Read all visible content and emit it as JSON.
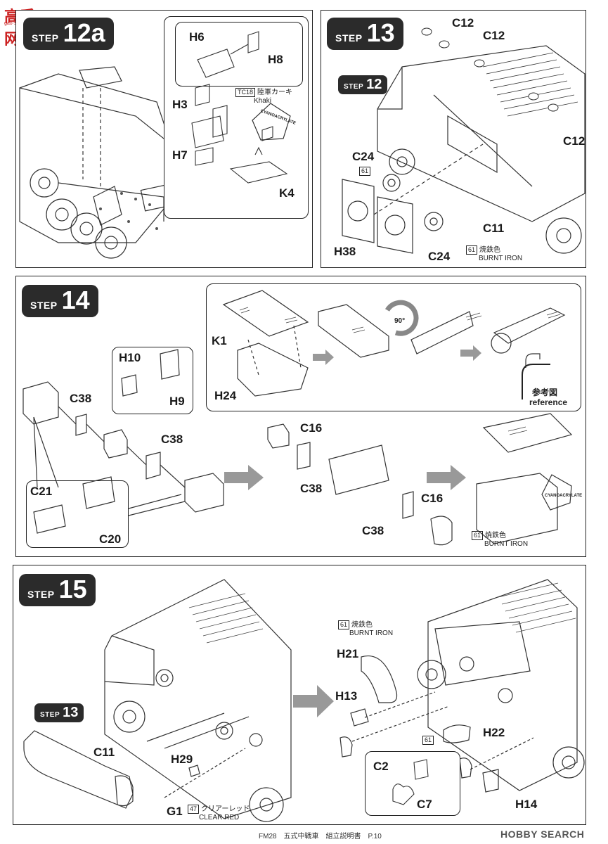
{
  "header": {
    "logo_text": "高手网",
    "logo_url": "gao-shou.com"
  },
  "step12a": {
    "badge_word": "STEP",
    "badge_num": "12a",
    "parts": [
      "H6",
      "H8",
      "H3",
      "H7",
      "K4"
    ],
    "paint_code": "TC18",
    "paint_jp": "陸軍カーキ",
    "paint_en": "Khaki",
    "glue": "CYANOACRYLATE"
  },
  "step13": {
    "badge_word": "STEP",
    "badge_num": "13",
    "ref_word": "STEP",
    "ref_num": "12",
    "parts": [
      "C12",
      "C12",
      "C12",
      "C24",
      "C24",
      "H38",
      "C11"
    ],
    "paint_code_a": "61",
    "paint_code_b": "61",
    "paint_jp": "焼鉄色",
    "paint_en": "BURNT IRON"
  },
  "step14": {
    "badge_word": "STEP",
    "badge_num": "14",
    "parts": [
      "H10",
      "H9",
      "C38",
      "C38",
      "C21",
      "C20",
      "K1",
      "H24",
      "C16",
      "C38",
      "C38",
      "C16"
    ],
    "rotation": "90°",
    "ref_jp": "参考図",
    "ref_en": "reference",
    "glue": "CYANOACRYLATE",
    "paint_code": "61",
    "paint_jp": "焼鉄色",
    "paint_en": "BURNT IRON"
  },
  "step15": {
    "badge_word": "STEP",
    "badge_num": "15",
    "ref_word": "STEP",
    "ref_num": "13",
    "parts": [
      "C11",
      "H29",
      "G1",
      "H21",
      "H13",
      "H22",
      "C2",
      "C7",
      "H14"
    ],
    "paint_code_red": "47",
    "paint_red_jp": "クリアーレッド",
    "paint_red_en": "CLEAR RED",
    "paint_code_iron": "61",
    "paint_iron_jp": "焼鉄色",
    "paint_iron_en": "BURNT IRON",
    "paint_code_iron2": "61"
  },
  "footer": {
    "page": "FM28　五式中戦車　組立説明書　P.10",
    "watermark": "HOBBY SEARCH"
  }
}
